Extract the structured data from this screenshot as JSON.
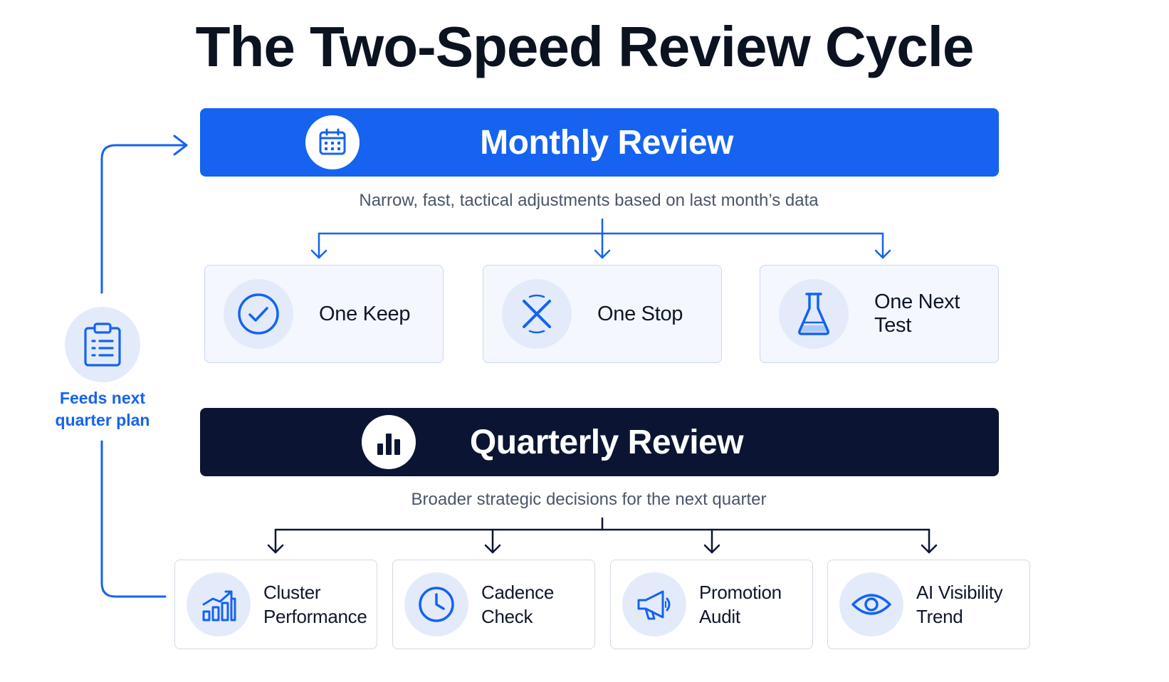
{
  "title": "The Two-Speed Review Cycle",
  "monthly": {
    "heading": "Monthly Review",
    "icon": "calendar-icon",
    "subtitle": "Narrow, fast, tactical adjustments based on last month’s data",
    "items": [
      {
        "label": "One Keep",
        "icon": "check-circle-icon"
      },
      {
        "label": "One Stop",
        "icon": "x-mark-icon"
      },
      {
        "label": "One Next Test",
        "icon": "flask-icon"
      }
    ]
  },
  "quarterly": {
    "heading": "Quarterly Review",
    "icon": "bar-chart-icon",
    "subtitle": "Broader strategic decisions for the next quarter",
    "items": [
      {
        "label": "Cluster Performance",
        "icon": "growth-chart-icon"
      },
      {
        "label": "Cadence Check",
        "icon": "clock-icon"
      },
      {
        "label": "Promotion Audit",
        "icon": "megaphone-icon"
      },
      {
        "label": "AI Visibility Trend",
        "icon": "eye-icon"
      }
    ]
  },
  "feedback": {
    "label": "Feeds next quarter plan",
    "icon": "clipboard-list-icon"
  },
  "colors": {
    "monthly_blue": "#1563f0",
    "quarterly_navy": "#0b1533",
    "icon_circle_bg": "#e3ebfa",
    "card_border": "#c9d7f2"
  }
}
